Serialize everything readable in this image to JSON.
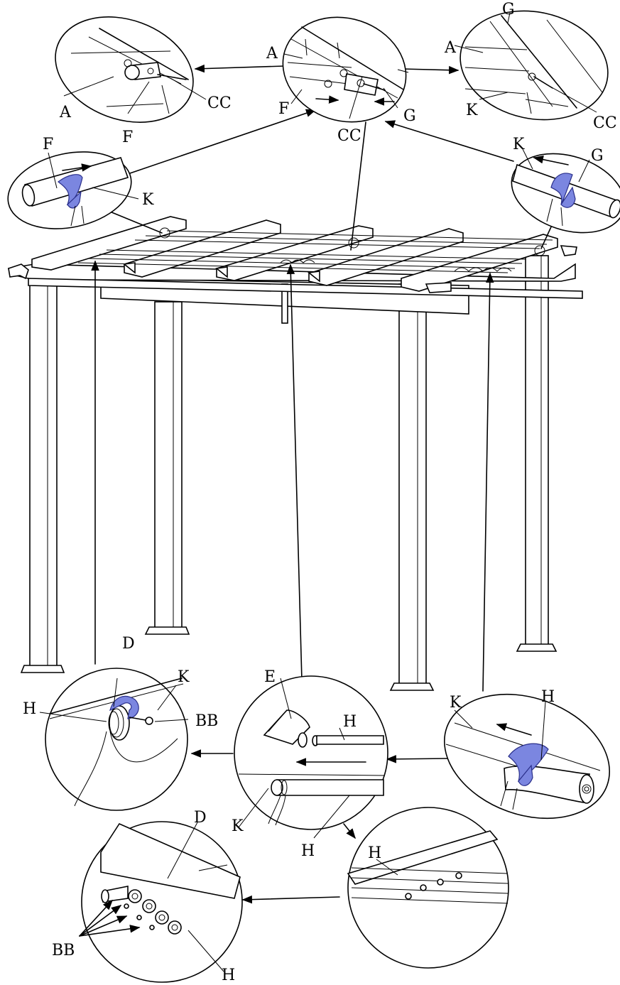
{
  "labels": {
    "A": "A",
    "F": "F",
    "K": "K",
    "G": "G",
    "CC": "CC",
    "D": "D",
    "H": "H",
    "BB": "BB",
    "E": "E"
  },
  "colors": {
    "line": "#000000",
    "strap": "#7b86e0",
    "strap_edge": "#2a2f8a",
    "background": "#ffffff"
  }
}
